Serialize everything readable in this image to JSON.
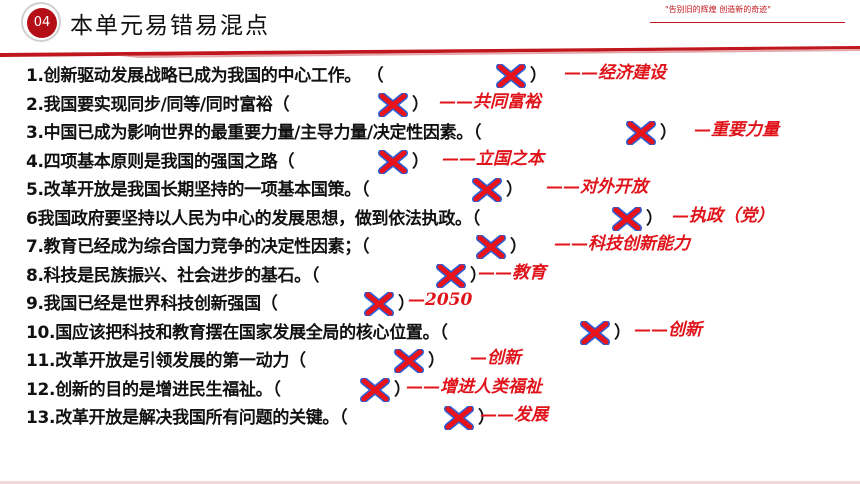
{
  "header": {
    "badge": "04",
    "title": "本单元易错易混点",
    "slogan": "\"告别旧的辉煌 创造新的奇迹\""
  },
  "colors": {
    "accent": "#c0161d",
    "note": "#e0121a",
    "cross": "#e8131b",
    "cross_outline": "#2a5fd8"
  },
  "items": [
    {
      "text": "1.创新驱动发展战略已成为我国的中心工作。 （",
      "close": "）",
      "note": "——经济建设"
    },
    {
      "text": "2.我国要实现同步/同等/同时富裕（",
      "close": "）",
      "note": "——共同富裕"
    },
    {
      "text": "3.中国已成为影响世界的最重要力量/主导力量/决定性因素。（",
      "close": "）",
      "note": "—重要力量"
    },
    {
      "text": "4.四项基本原则是我国的强国之路（",
      "close": "）",
      "note": "——立国之本"
    },
    {
      "text": "5.改革开放是我国长期坚持的一项基本国策。（",
      "close": "）",
      "note": "——对外开放"
    },
    {
      "text": "6我国政府要坚持以人民为中心的发展思想，做到依法执政。（",
      "close": "）",
      "note": "—执政（党）"
    },
    {
      "text": "7.教育已经成为综合国力竞争的决定性因素；（",
      "close": "）",
      "note": "——科技创新能力"
    },
    {
      "text": "8.科技是民族振兴、社会进步的基石。（",
      "close": "）",
      "note": "——教育"
    },
    {
      "text": "9.我国已经是世界科技创新强国（",
      "close": "）",
      "note": "—2050"
    },
    {
      "text": "10.国应该把科技和教育摆在国家发展全局的核心位置。（",
      "close": "）",
      "note": "——创新"
    },
    {
      "text": "11.改革开放是引领发展的第一动力（",
      "close": "）",
      "note": "—创新"
    },
    {
      "text": "12.创新的目的是增进民生福祉。（",
      "close": "）",
      "note": "——增进人类福祉"
    },
    {
      "text": "13.改革开放是解决我国所有问题的关键。（",
      "close": "）",
      "note": "——发展"
    }
  ]
}
